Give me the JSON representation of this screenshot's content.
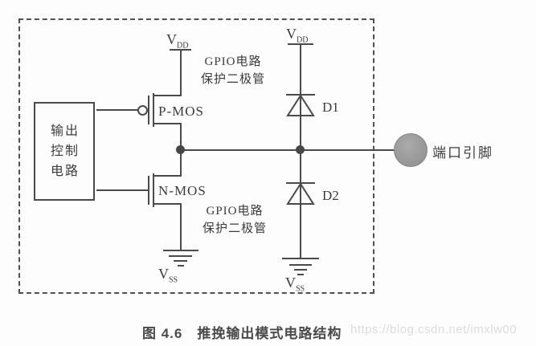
{
  "figure": {
    "control_box_lines": [
      "输出",
      "控制",
      "电路"
    ],
    "labels": {
      "vdd": {
        "main": "V",
        "sub": "DD"
      },
      "vss": {
        "main": "V",
        "sub": "SS"
      },
      "gpio_note": {
        "line1": "GPIO电路",
        "line2": "保护二极管"
      },
      "pmos": "P-MOS",
      "nmos": "N-MOS",
      "d1": "D1",
      "d2": "D2",
      "port_pin": "端口引脚"
    },
    "caption": "图 4.6　推挽输出模式电路结构",
    "watermark": "https://blog.csdn.net/imxlw00",
    "colors": {
      "line": "#4a4a4a",
      "text": "#3c3c3c",
      "caption": "#4a4a4a",
      "watermark": "#dcdcdc",
      "pin_fill": "#9a9a9a"
    }
  }
}
